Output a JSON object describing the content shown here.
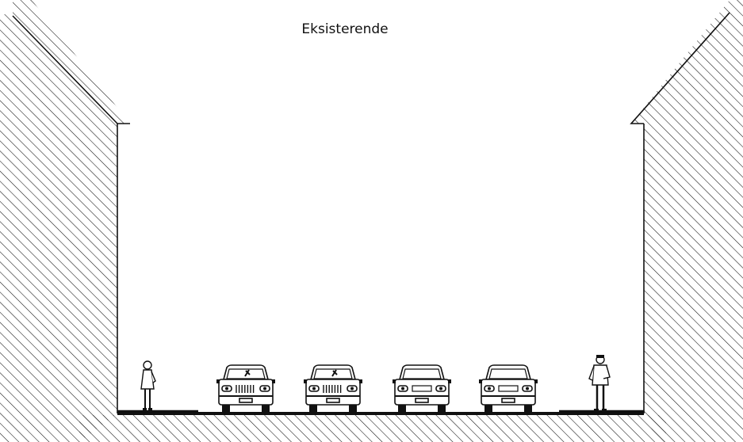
{
  "title": "Eksisterende",
  "figures": {
    "left_pedestrian": "woman-figure",
    "right_pedestrian": "man-figure"
  },
  "cars": [
    {
      "name": "car-1",
      "roof_mark": true,
      "grille": true
    },
    {
      "name": "car-2",
      "roof_mark": true,
      "grille": true
    },
    {
      "name": "car-3",
      "roof_mark": false,
      "grille": false
    },
    {
      "name": "car-4",
      "roof_mark": false,
      "grille": false
    }
  ]
}
